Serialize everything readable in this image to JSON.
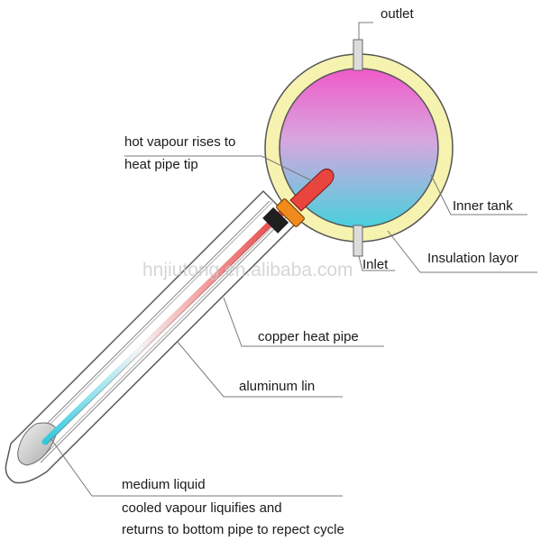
{
  "labels": {
    "outlet": "outlet",
    "hot_vapour_1": "hot vapour rises to",
    "hot_vapour_2": "heat pipe tip",
    "inner_tank": "Inner tank",
    "inlet": "Inlet",
    "insulation": "Insulation layor",
    "copper_pipe": "copper heat pipe",
    "aluminum": "aluminum lin",
    "medium_liquid": "medium liquid",
    "cooled_1": "cooled vapour liquifies and",
    "cooled_2": "returns to bottom pipe to repect cycle"
  },
  "watermark": "hnjiutong.en.alibaba.com",
  "colors": {
    "tank_top": "#ee5cc8",
    "tank_bottom": "#4fd0dc",
    "insulation": "#f6f2b0",
    "pipe_hot": "#e84b4b",
    "pipe_cold": "#48cfe0",
    "collar": "#f08a1c"
  }
}
